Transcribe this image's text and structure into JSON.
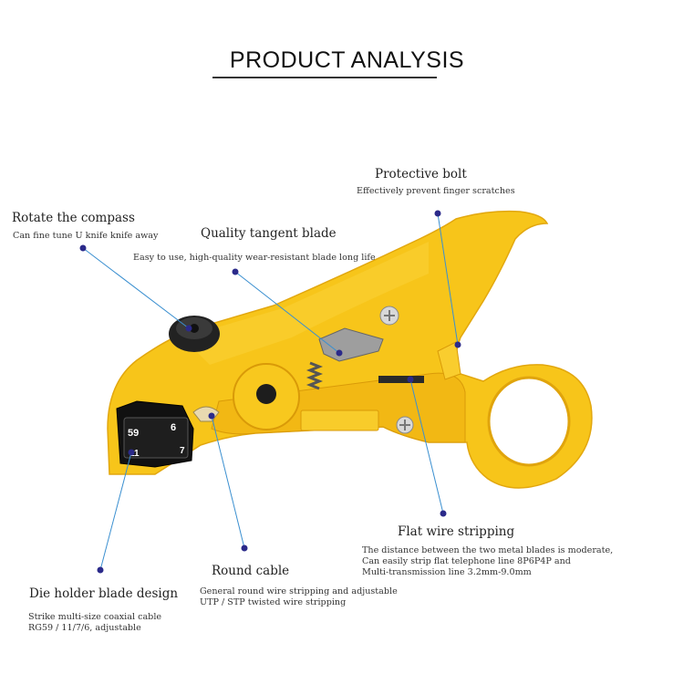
{
  "title": "PRODUCT ANALYSIS",
  "callouts": {
    "protective_bolt": {
      "heading": "Protective bolt",
      "desc": "Effectively prevent finger scratches"
    },
    "rotate_compass": {
      "heading": "Rotate the compass",
      "desc": "Can fine tune U knife knife away"
    },
    "quality_blade": {
      "heading": "Quality tangent blade",
      "desc": "Easy to use, high-quality wear-resistant blade long life"
    },
    "flat_wire": {
      "heading": "Flat wire stripping",
      "desc": [
        "The distance between the two metal blades is moderate,",
        "Can easily strip flat telephone line 8P6P4P and",
        "Multi-transmission line 3.2mm-9.0mm"
      ]
    },
    "round_cable": {
      "heading": "Round cable",
      "desc": [
        "General round wire stripping and adjustable",
        "UTP / STP twisted wire stripping"
      ]
    },
    "die_holder": {
      "heading": "Die holder blade design",
      "desc": [
        "Strike multi-size coaxial cable",
        "RG59 / 11/7/6, adjustable"
      ]
    }
  },
  "die_labels": [
    "59",
    "6",
    "11",
    "7"
  ],
  "colors": {
    "tool_yellow": "#f7c51a",
    "tool_shadow": "#d99a08",
    "leader_line": "#3a8fd0",
    "dot": "#2b2a8a"
  }
}
